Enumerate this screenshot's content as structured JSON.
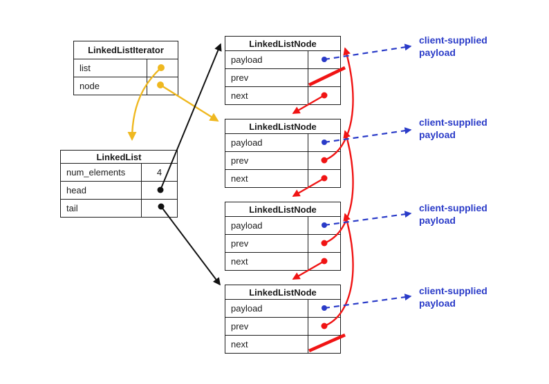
{
  "colors": {
    "black": "#111111",
    "red": "#f01414",
    "yellow": "#efb820",
    "blue": "#2a3bc8"
  },
  "iterator": {
    "title": "LinkedListIterator",
    "fields": [
      "list",
      "node"
    ]
  },
  "linked_list": {
    "title": "LinkedList",
    "rows": [
      {
        "name": "num_elements",
        "value": "4"
      },
      {
        "name": "head",
        "value": ""
      },
      {
        "name": "tail",
        "value": ""
      }
    ]
  },
  "nodes": [
    {
      "title": "LinkedListNode",
      "fields": [
        "payload",
        "prev",
        "next"
      ]
    },
    {
      "title": "LinkedListNode",
      "fields": [
        "payload",
        "prev",
        "next"
      ]
    },
    {
      "title": "LinkedListNode",
      "fields": [
        "payload",
        "prev",
        "next"
      ]
    },
    {
      "title": "LinkedListNode",
      "fields": [
        "payload",
        "prev",
        "next"
      ]
    }
  ],
  "payload_labels": [
    {
      "line1": "client-supplied",
      "line2": "payload"
    },
    {
      "line1": "client-supplied",
      "line2": "payload"
    },
    {
      "line1": "client-supplied",
      "line2": "payload"
    },
    {
      "line1": "client-supplied",
      "line2": "payload"
    }
  ]
}
